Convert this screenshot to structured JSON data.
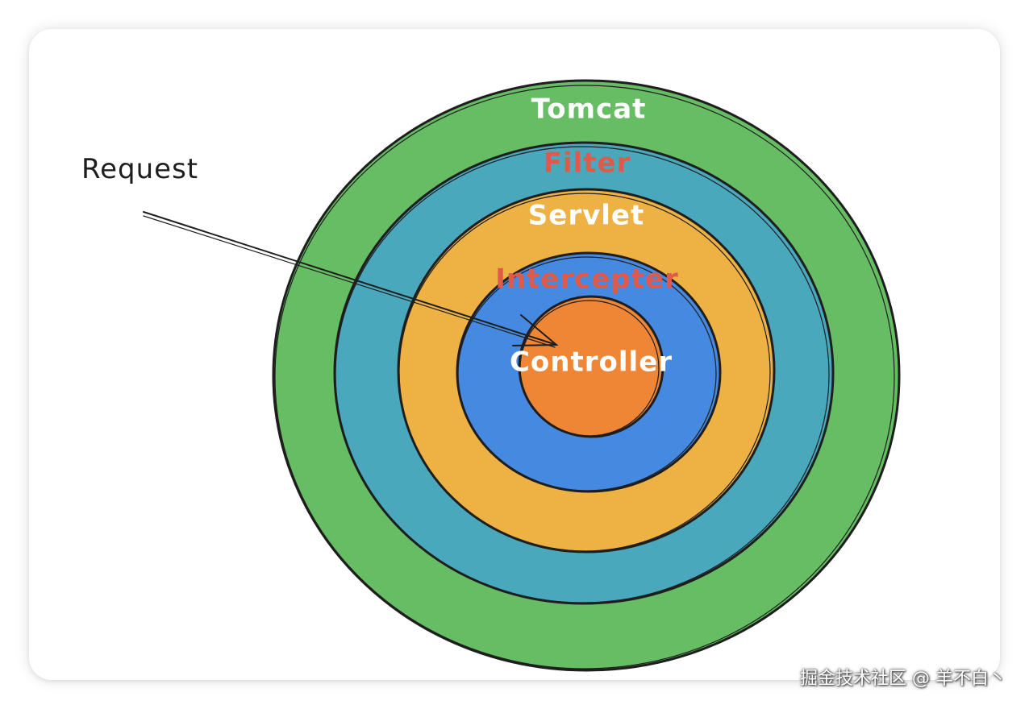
{
  "request": {
    "label": "Request"
  },
  "layers": [
    {
      "name": "Tomcat",
      "fill": "#66bd63",
      "label_color": "#ffffff"
    },
    {
      "name": "Filter",
      "fill": "#4aa8bd",
      "label_color": "#e05a4a"
    },
    {
      "name": "Servlet",
      "fill": "#eeb244",
      "label_color": "#ffffff"
    },
    {
      "name": "Intercepter",
      "fill": "#4689e0",
      "label_color": "#e05a4a"
    },
    {
      "name": "Controller",
      "fill": "#ef8636",
      "label_color": "#ffffff"
    }
  ],
  "watermark": {
    "text": "掘金技术社区 @ 羊不白丶"
  },
  "colors": {
    "stroke": "#1e1e1e",
    "background": "#ffffff"
  }
}
